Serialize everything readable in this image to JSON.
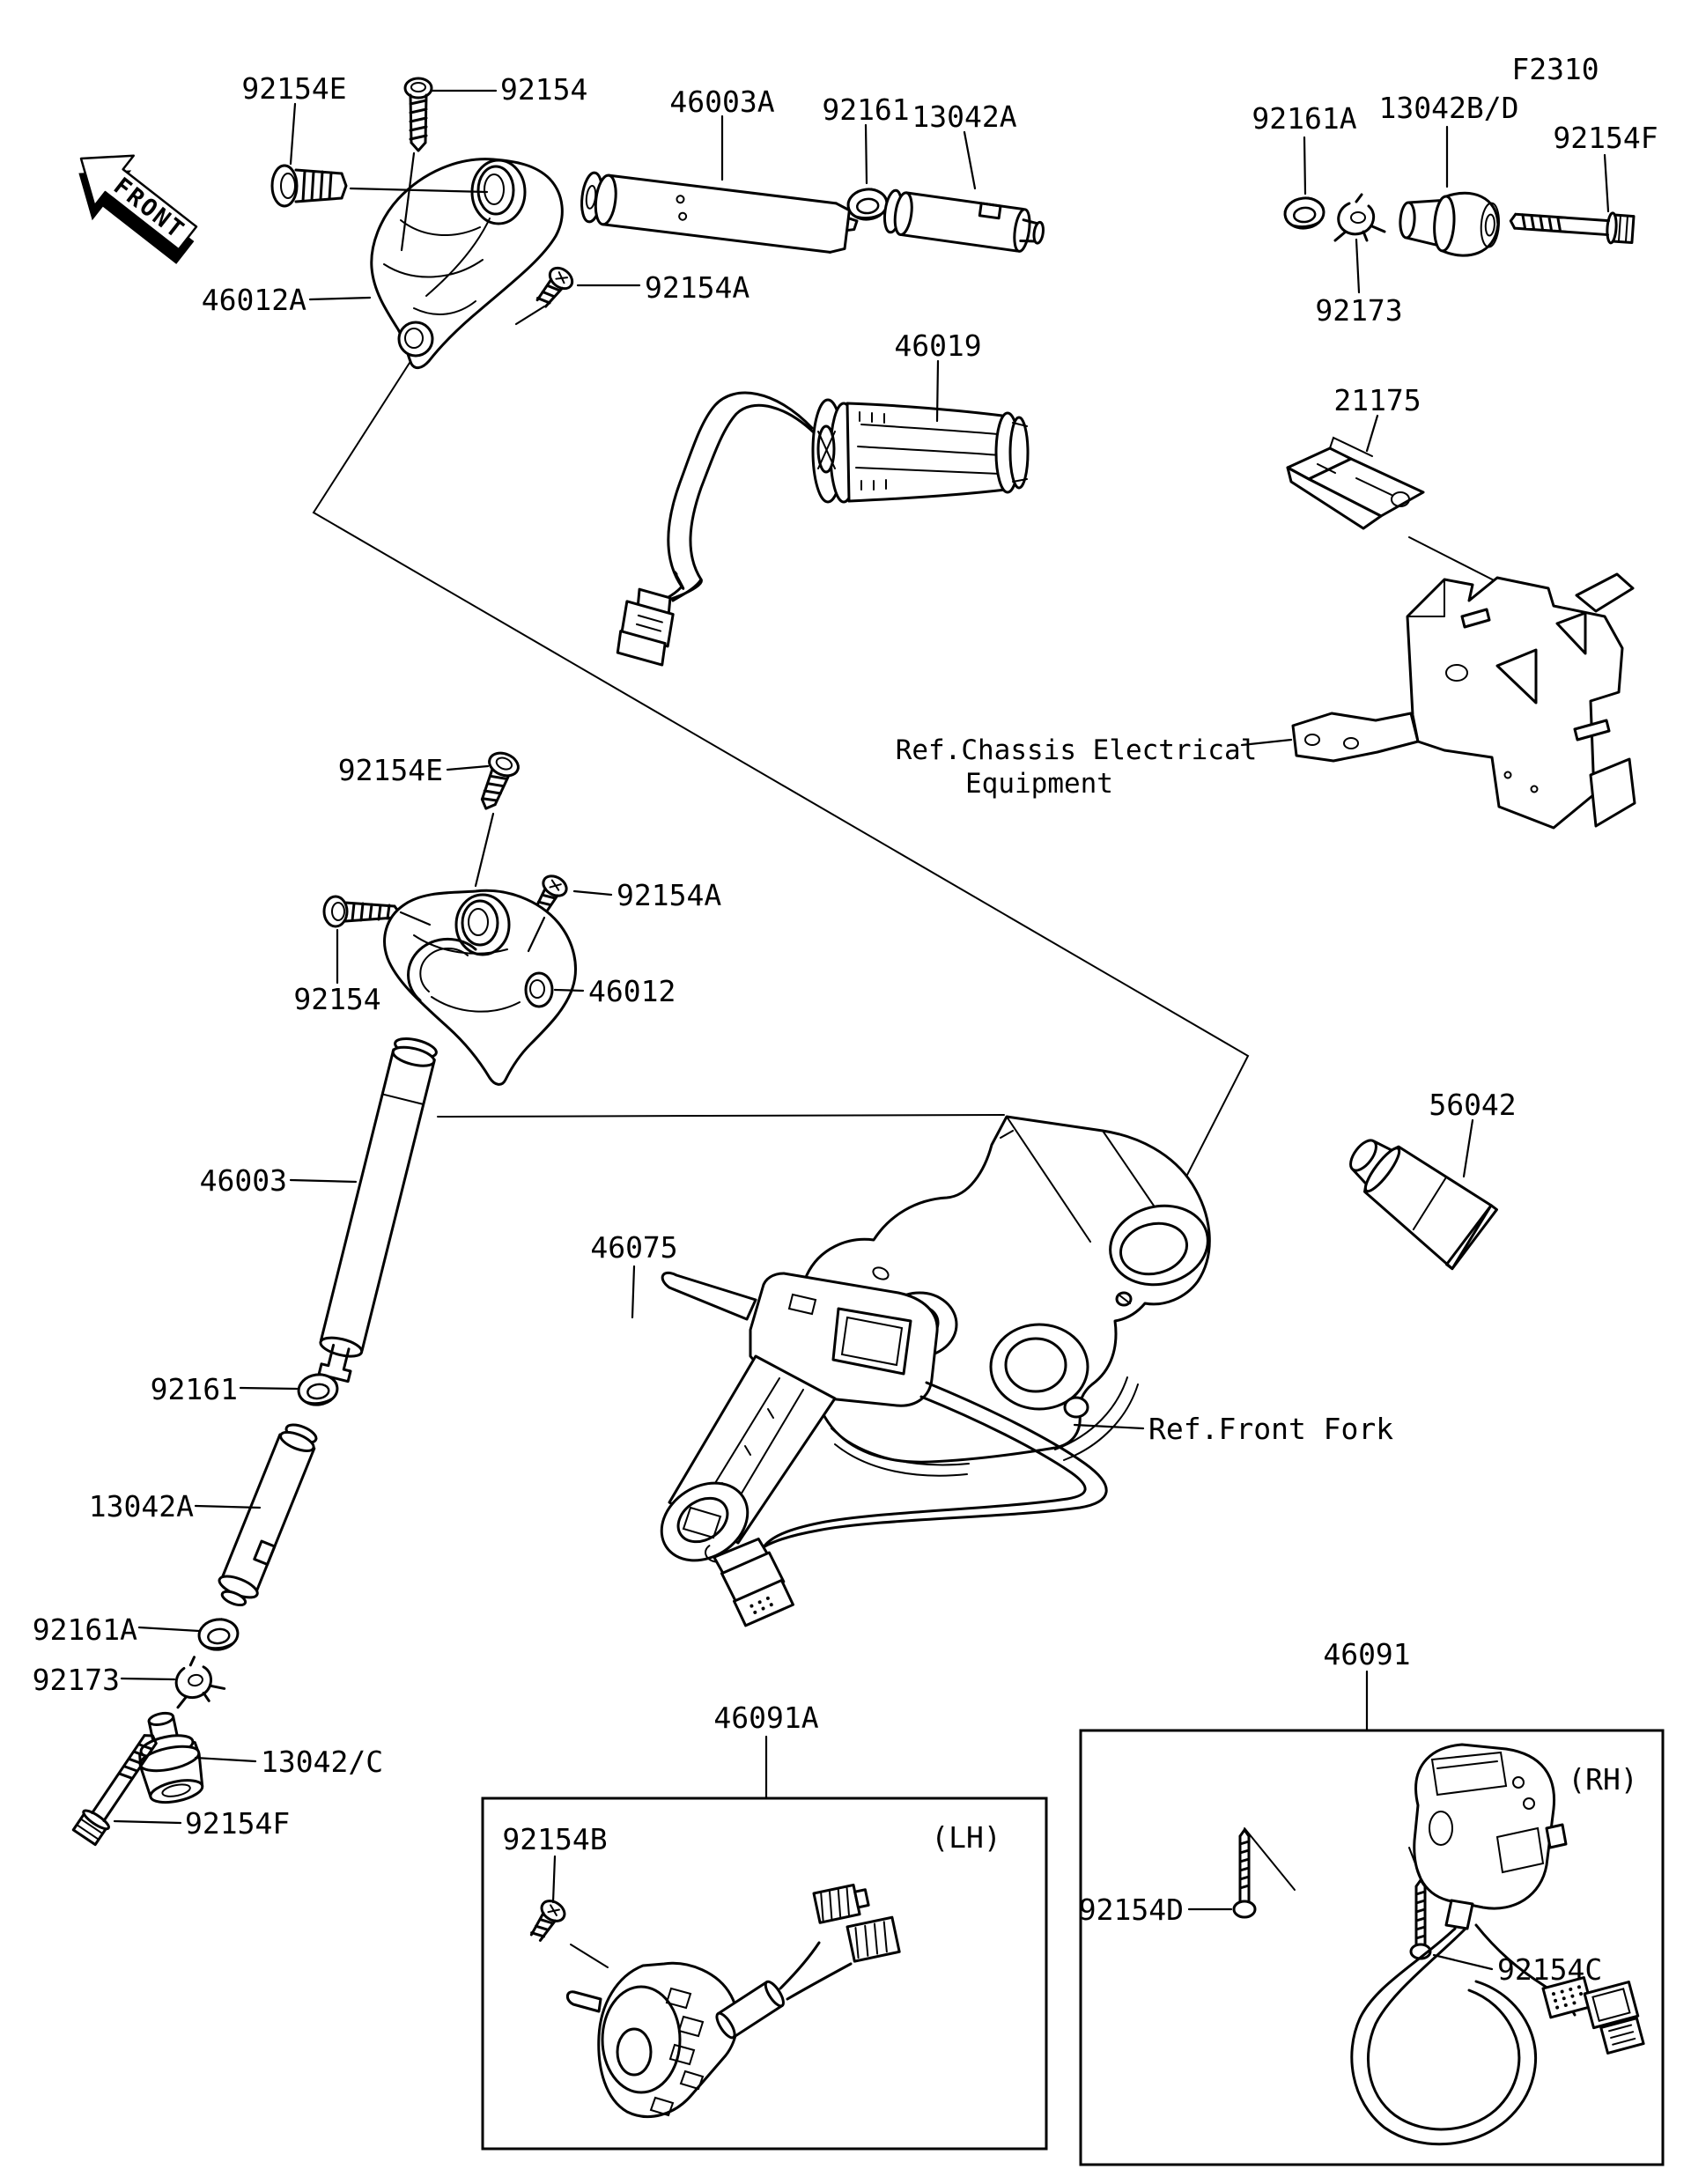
{
  "diagram": {
    "code": "F2310",
    "front_marker": "FRONT",
    "labels": {
      "p92154E_top": "92154E",
      "p92154_top": "92154",
      "p46003A": "46003A",
      "p92161_top": "92161",
      "p13042A_top": "13042A",
      "p92161A_top": "92161A",
      "p13042BD": "13042B/D",
      "p92154F_top": "92154F",
      "p46012A": "46012A",
      "p92154A_top": "92154A",
      "p92173_top": "92173",
      "p46019": "46019",
      "p21175": "21175",
      "p92154E_mid": "92154E",
      "p92154A_mid": "92154A",
      "p92154_mid": "92154",
      "p46012": "46012",
      "p46003": "46003",
      "p56042": "56042",
      "p46075": "46075",
      "p92161_mid": "92161",
      "p13042A_mid": "13042A",
      "p92161A_mid": "92161A",
      "p92173_mid": "92173",
      "p13042C": "13042/C",
      "p92154F_mid": "92154F",
      "p46091A": "46091A",
      "p92154B": "92154B",
      "p46091": "46091",
      "p92154D": "92154D",
      "p92154C": "92154C"
    },
    "references": {
      "chassis_line1": "Ref.Chassis Electrical",
      "chassis_line2": "Equipment",
      "front_fork": "Ref.Front Fork"
    },
    "insets": {
      "lh": "(LH)",
      "rh": "(RH)"
    }
  }
}
